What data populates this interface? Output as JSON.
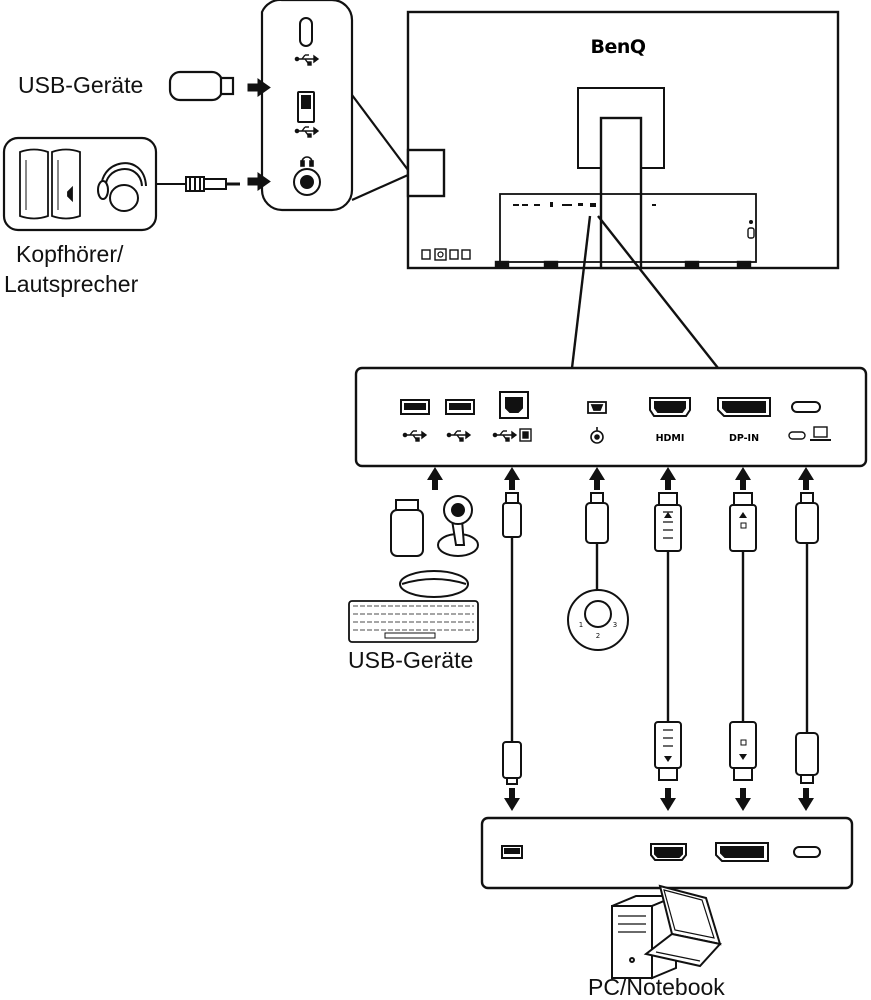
{
  "labels": {
    "usb_devices_side": "USB-Geräte",
    "headphones_line1": "Kopfhörer/",
    "headphones_line2": "Lautsprecher",
    "usb_devices_bottom": "USB-Geräte",
    "pc_notebook": "PC/Notebook"
  },
  "monitor": {
    "brand": "BenQ"
  },
  "ports": {
    "hdmi_label": "HDMI",
    "dp_label": "DP-IN"
  },
  "puck": {
    "buttons": [
      "1",
      "2",
      "3"
    ]
  },
  "icons": [
    "usb-icon",
    "headphone-icon",
    "laptop-icon",
    "usb-b-icon",
    "hotkey-puck-icon",
    "thunderbolt-usbc-icon"
  ],
  "colors": {
    "line": "#111111",
    "background": "#ffffff",
    "panel_fill": "#ffffff"
  }
}
